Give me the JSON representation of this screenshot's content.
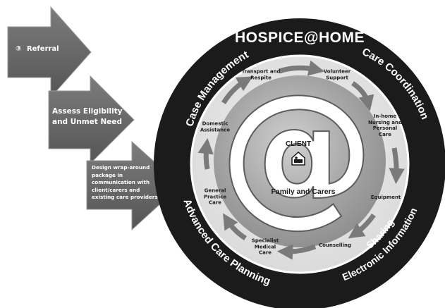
{
  "referral": {
    "marker": "③",
    "label": "Referral"
  },
  "eligibility": {
    "line1": "Assess Eligibility",
    "line2": "and Unmet Need"
  },
  "design": {
    "lines": [
      "Design wrap-around",
      "package in",
      "communication with",
      "client/carers and",
      "existing care providers"
    ]
  },
  "ring": {
    "title": "HOSPICE@HOME",
    "case_management": "Case Management",
    "care_coordination": "Care Coordination",
    "advanced_care_planning": "Advanced Care Planning",
    "electronic_information_sharing_1": "Electronic Information",
    "electronic_information_sharing_2": "Sharing"
  },
  "center": {
    "at_symbol": "@",
    "client": "CLIENT",
    "family": "Family and Carers"
  },
  "steps": {
    "transport": "Transport and Respite",
    "volunteer": "Volunteer Support",
    "inhome": "In-home Nursing and Personal Care",
    "equipment": "Equipment",
    "counselling": "Counselling",
    "specialist": "Specialist Medical Care",
    "gp": "General Practice Care",
    "domestic": "Domestic Assistance"
  },
  "colors": {
    "outer_ring": "#1b1b1b",
    "inner_disc": "#a9a9a9",
    "step_band": "#e6e6e6",
    "arrow_fill": "#6b6b6b",
    "flow_arrow": "#7a7a7a"
  }
}
